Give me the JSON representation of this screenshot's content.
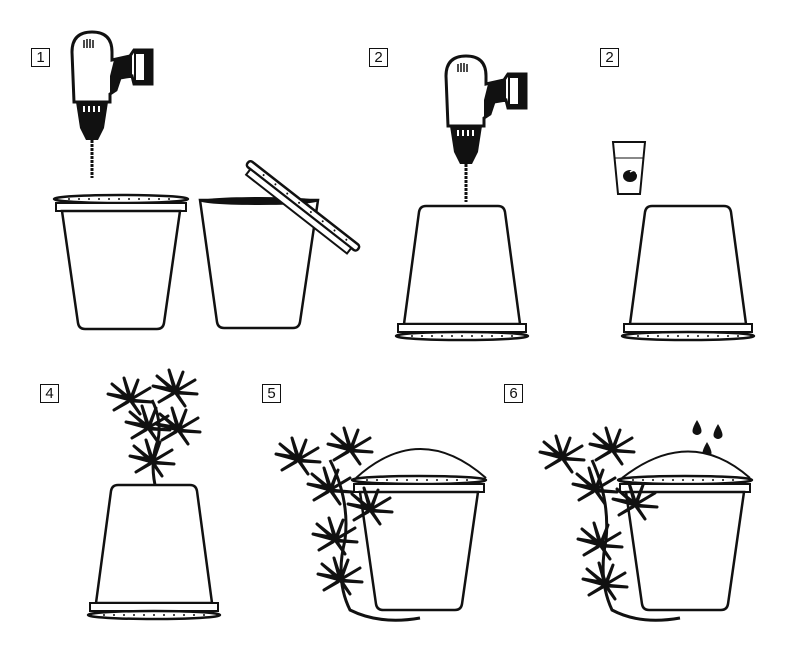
{
  "diagram": {
    "type": "step-by-step illustration",
    "colors": {
      "ink": "#111111",
      "background": "#ffffff"
    },
    "steps": [
      {
        "label": "1",
        "description": "Drill holes in lid of cup; second cup with lid removed"
      },
      {
        "label": "2",
        "description": "Drill holes in bottom of inverted cup"
      },
      {
        "label": "2",
        "description": "Inverted cup beside glass of water with seed"
      },
      {
        "label": "4",
        "description": "Seedling growing from top of inverted cup"
      },
      {
        "label": "5",
        "description": "Plant grows out beside upright cup with dome lid"
      },
      {
        "label": "6",
        "description": "Water drops falling onto dome lid of cup beside plant"
      }
    ]
  }
}
